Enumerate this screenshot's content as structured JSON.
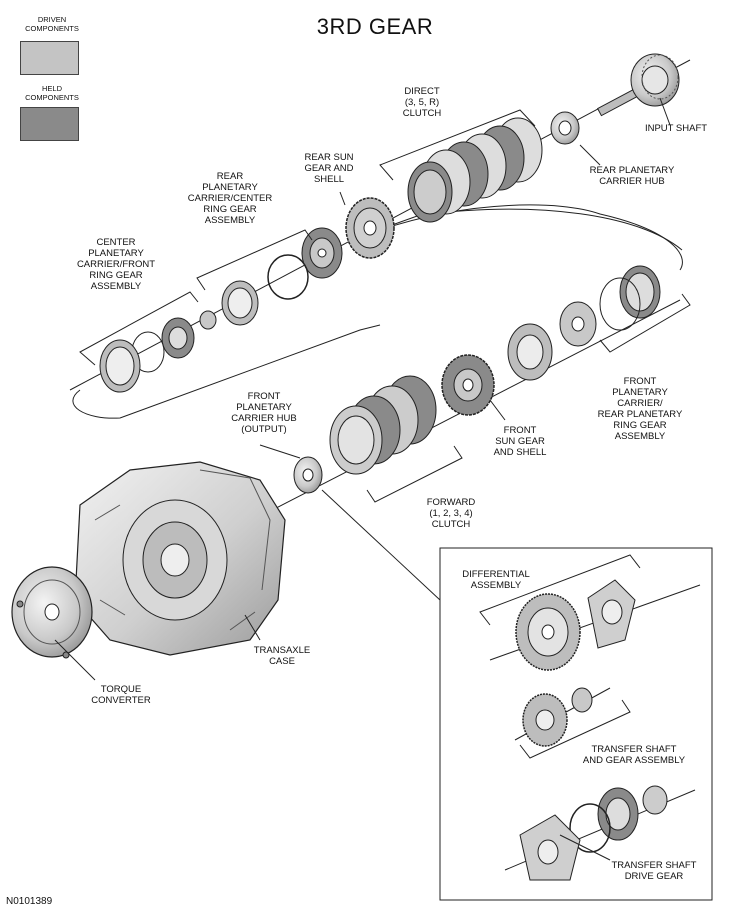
{
  "title": "3RD GEAR",
  "figure_code": "N0101389",
  "legend": [
    {
      "label": "DRIVEN\nCOMPONENTS",
      "color": "#c4c4c4"
    },
    {
      "label": "HELD\nCOMPONENTS",
      "color": "#8a8a8a"
    }
  ],
  "labels": {
    "direct_clutch": "DIRECT\n(3, 5, R)\nCLUTCH",
    "input_shaft": "INPUT SHAFT",
    "rear_planetary_carrier_hub": "REAR PLANETARY\nCARRIER HUB",
    "rear_sun_gear": "REAR SUN\nGEAR AND\nSHELL",
    "rear_planetary_carrier": "REAR\nPLANETARY\nCARRIER/CENTER\nRING GEAR\nASSEMBLY",
    "center_planetary_carrier": "CENTER\nPLANETARY\nCARRIER/FRONT\nRING GEAR\nASSEMBLY",
    "front_planetary_carrier": "FRONT\nPLANETARY\nCARRIER/\nREAR PLANETARY\nRING GEAR\nASSEMBLY",
    "front_planetary_carrier_hub": "FRONT\nPLANETARY\nCARRIER HUB\n(OUTPUT)",
    "front_sun_gear": "FRONT\nSUN GEAR\nAND SHELL",
    "forward_clutch": "FORWARD\n(1, 2, 3, 4)\nCLUTCH",
    "transaxle_case": "TRANSAXLE\nCASE",
    "torque_converter": "TORQUE\nCONVERTER",
    "differential_assembly": "DIFFERENTIAL\nASSEMBLY",
    "transfer_shaft_gear_assembly": "TRANSFER SHAFT\nAND GEAR ASSEMBLY",
    "transfer_shaft_drive_gear": "TRANSFER SHAFT\nDRIVE GEAR"
  },
  "colors": {
    "line": "#1a1a1a",
    "driven": "#c4c4c4",
    "held": "#8a8a8a",
    "metal_light": "#e6e6e6",
    "metal_mid": "#bdbdbd",
    "metal_dark": "#7a7a7a"
  }
}
